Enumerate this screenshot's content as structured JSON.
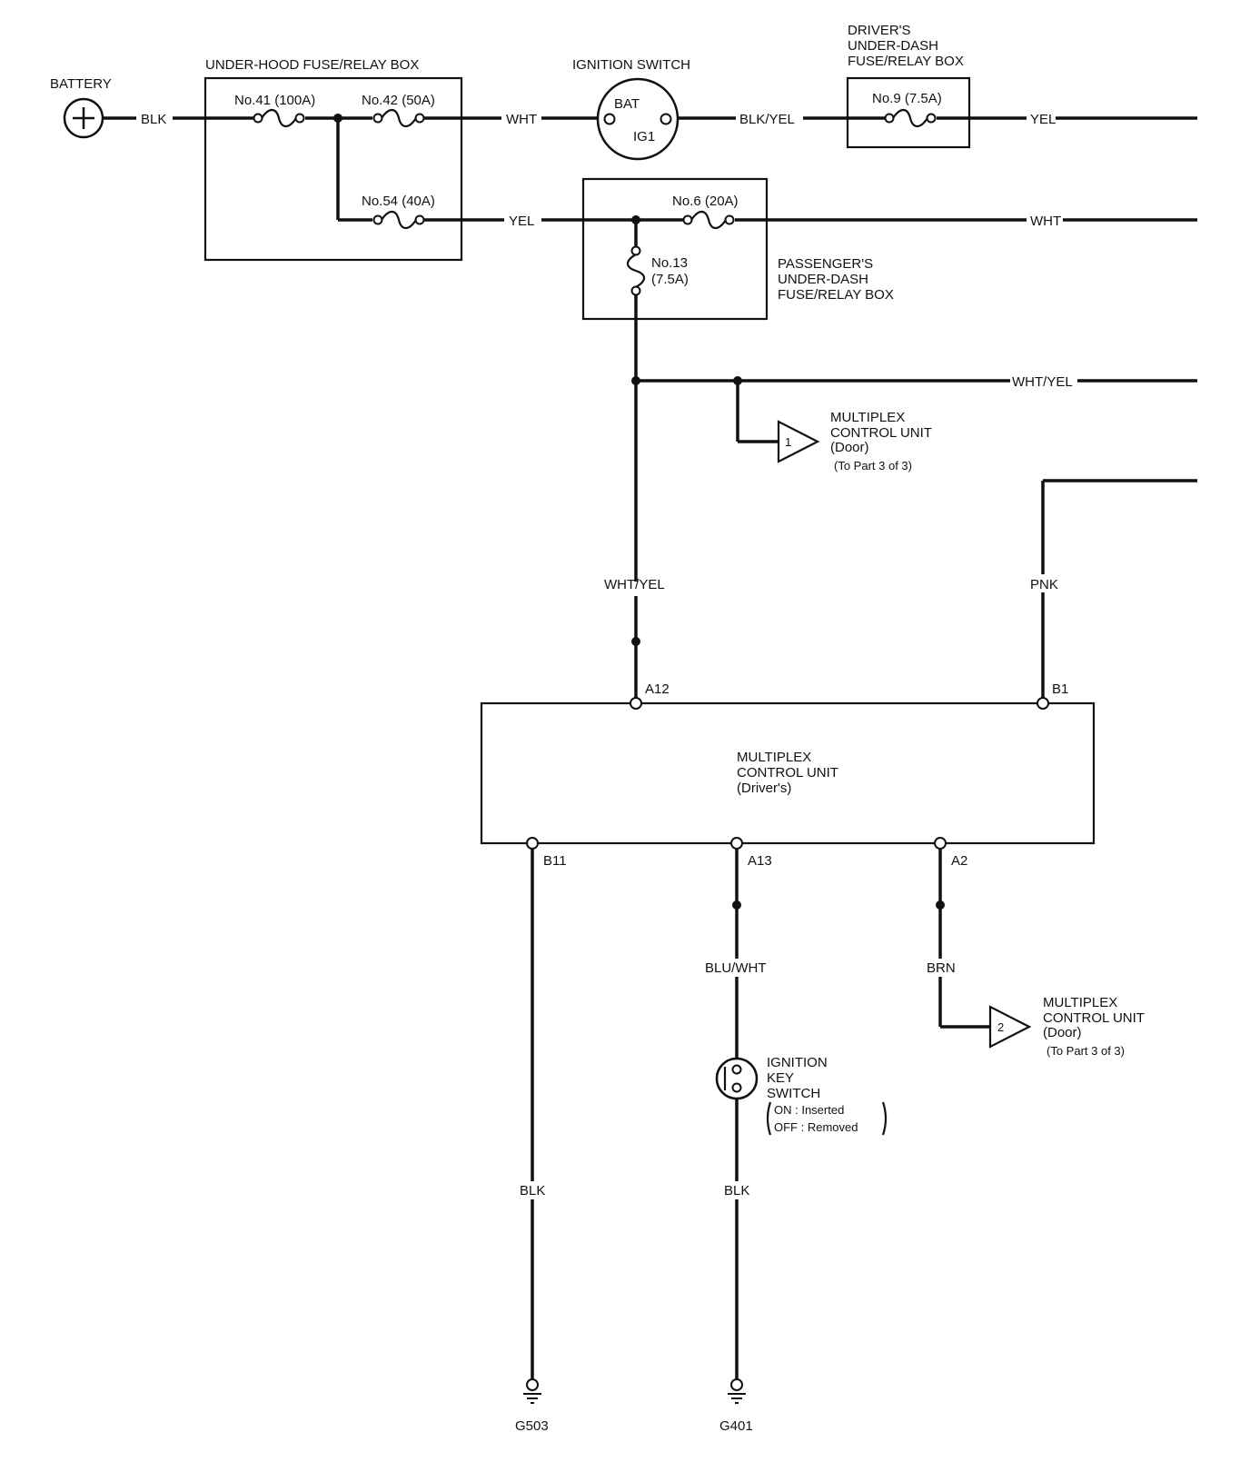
{
  "components": {
    "battery": "BATTERY",
    "underhood_box": "UNDER-HOOD FUSE/RELAY BOX",
    "ignition_switch": "IGNITION SWITCH",
    "ign_bat": "BAT",
    "ign_ig1": "IG1",
    "drivers_box_line1": "DRIVER'S",
    "drivers_box_line2": "UNDER-DASH",
    "drivers_box_line3": "FUSE/RELAY BOX",
    "passengers_box_line1": "PASSENGER'S",
    "passengers_box_line2": "UNDER-DASH",
    "passengers_box_line3": "FUSE/RELAY BOX",
    "mcu_door_line1": "MULTIPLEX",
    "mcu_door_line2": "CONTROL UNIT",
    "mcu_door_line3": "(Door)",
    "mcu_door_line4": "(To Part 3 of 3)",
    "mcu_door_ref1": "1",
    "mcu_door_ref2": "2",
    "mcu_drivers_line1": "MULTIPLEX",
    "mcu_drivers_line2": "CONTROL UNIT",
    "mcu_drivers_line3": "(Driver's)",
    "key_switch_line1": "IGNITION",
    "key_switch_line2": "KEY",
    "key_switch_line3": "SWITCH",
    "key_switch_on": "ON  : Inserted",
    "key_switch_off": "OFF : Removed"
  },
  "fuses": {
    "no41": "No.41 (100A)",
    "no42": "No.42 (50A)",
    "no54": "No.54 (40A)",
    "no9": "No.9 (7.5A)",
    "no6": "No.6 (20A)",
    "no13_a": "No.13",
    "no13_b": "(7.5A)"
  },
  "wires": {
    "blk_batt": "BLK",
    "wht_ign": "WHT",
    "blk_yel": "BLK/YEL",
    "yel_out": "YEL",
    "yel_in": "YEL",
    "wht_out": "WHT",
    "wht_yel_out": "WHT/YEL",
    "wht_yel_down": "WHT/YEL",
    "pnk": "PNK",
    "blu_wht": "BLU/WHT",
    "brn": "BRN",
    "blk_b11": "BLK",
    "blk_key": "BLK"
  },
  "pins": {
    "a12": "A12",
    "b1": "B1",
    "b11": "B11",
    "a13": "A13",
    "a2": "A2"
  },
  "grounds": {
    "g503": "G503",
    "g401": "G401"
  }
}
